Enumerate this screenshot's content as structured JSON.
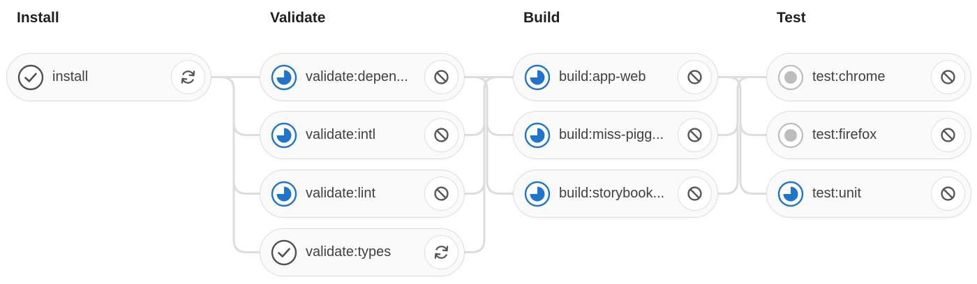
{
  "colors": {
    "connector": "#dddddd",
    "success": "#505050",
    "running": "#1f75cb",
    "pending": "#bdbdbd",
    "action": "#555555"
  },
  "stages": [
    {
      "name": "Install",
      "jobs": [
        {
          "name": "install",
          "status": "success",
          "status_icon": "check-circle-icon",
          "action_icon": "retry-icon"
        }
      ]
    },
    {
      "name": "Validate",
      "jobs": [
        {
          "name": "validate:depen...",
          "status": "running",
          "status_icon": "running-icon",
          "action_icon": "cancel-icon"
        },
        {
          "name": "validate:intl",
          "status": "running",
          "status_icon": "running-icon",
          "action_icon": "cancel-icon"
        },
        {
          "name": "validate:lint",
          "status": "running",
          "status_icon": "running-icon",
          "action_icon": "cancel-icon"
        },
        {
          "name": "validate:types",
          "status": "success",
          "status_icon": "check-circle-icon",
          "action_icon": "retry-icon"
        }
      ]
    },
    {
      "name": "Build",
      "jobs": [
        {
          "name": "build:app-web",
          "status": "running",
          "status_icon": "running-icon",
          "action_icon": "cancel-icon"
        },
        {
          "name": "build:miss-pigg...",
          "status": "running",
          "status_icon": "running-icon",
          "action_icon": "cancel-icon"
        },
        {
          "name": "build:storybook...",
          "status": "running",
          "status_icon": "running-icon",
          "action_icon": "cancel-icon"
        }
      ]
    },
    {
      "name": "Test",
      "jobs": [
        {
          "name": "test:chrome",
          "status": "pending",
          "status_icon": "pending-icon",
          "action_icon": "cancel-icon"
        },
        {
          "name": "test:firefox",
          "status": "pending",
          "status_icon": "pending-icon",
          "action_icon": "cancel-icon"
        },
        {
          "name": "test:unit",
          "status": "running",
          "status_icon": "running-icon",
          "action_icon": "cancel-icon"
        }
      ]
    }
  ]
}
